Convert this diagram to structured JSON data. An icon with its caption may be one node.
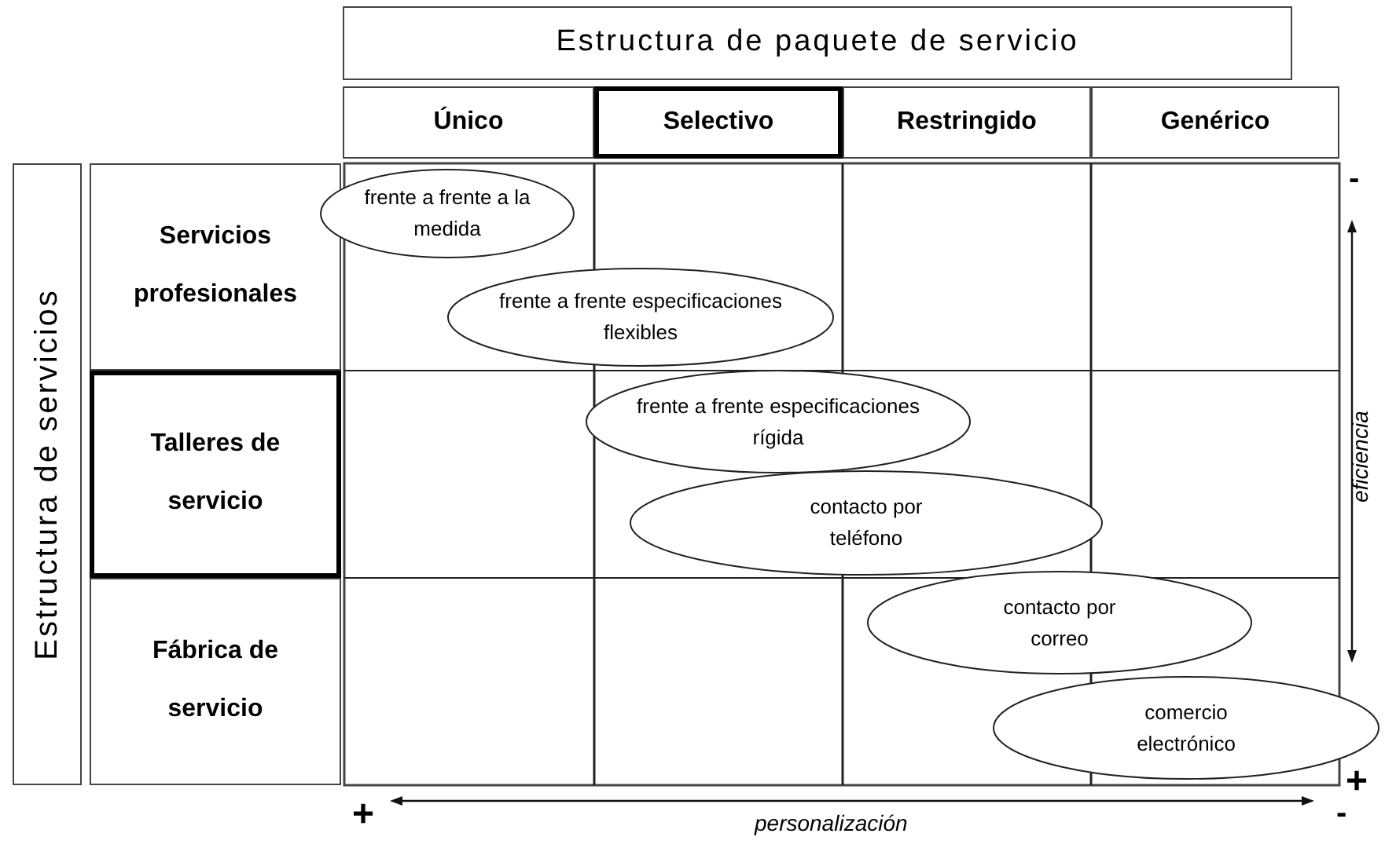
{
  "diagram": {
    "nodes": [
      {
        "text": [
          "Estructura de paquete de servicio"
        ]
      },
      {
        "text": [
          "Único"
        ]
      },
      {
        "text": [
          "Selectivo"
        ]
      },
      {
        "text": [
          "Restringido"
        ]
      },
      {
        "text": [
          "Genérico"
        ]
      },
      {
        "text": [
          "Estructura de servicios"
        ]
      },
      {
        "text": [
          "Servicios profesionales"
        ]
      },
      {
        "text": [
          "Talleres de servicio"
        ]
      },
      {
        "text": [
          "Fábrica de servicio"
        ]
      },
      {
        "text": [
          "frente a frente a la medida"
        ]
      },
      {
        "text": [
          "frente a frente especificaciones flexibles"
        ]
      },
      {
        "text": [
          "frente a frente especificaciones rígida"
        ]
      },
      {
        "text": [
          "contacto por teléfono"
        ]
      },
      {
        "text": [
          "contacto por correo"
        ]
      },
      {
        "text": [
          "comercio electrónico"
        ]
      }
    ],
    "labels": [
      "-",
      "eficiencia",
      "+",
      "+",
      "personalización",
      "-"
    ]
  }
}
